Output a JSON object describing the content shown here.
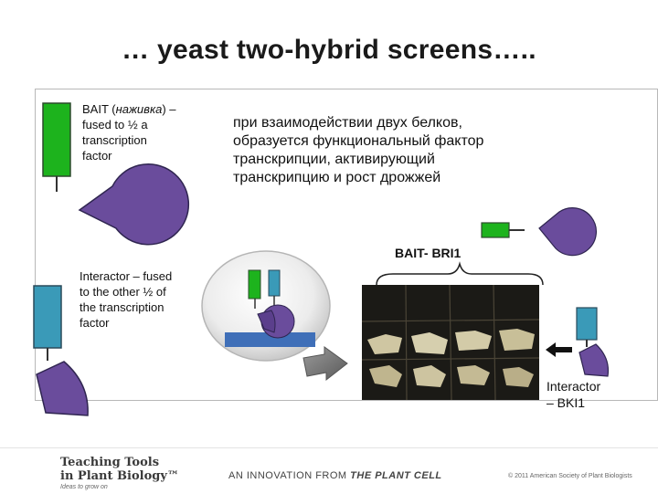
{
  "title": "… yeast two-hybrid screens…..",
  "bait": {
    "line1": "BAIT (",
    "line1_italic": "наживка",
    "line1_end": ") –",
    "line2": "fused to ½ a",
    "line3": "transcription",
    "line4": "factor"
  },
  "interactor": {
    "line1": "Interactor – fused",
    "line2": "to the other ½ of",
    "line3": "the transcription",
    "line4": "factor"
  },
  "russian_text": {
    "line1": "при взаимодействии двух белков,",
    "line2": "образуется функциональный фактор",
    "line3": "транскрипции, активирующий",
    "line4": "транскрипцию и рост дрожжей"
  },
  "bait_bri1_label": "BAIT- BRI1",
  "interactor_bki1": {
    "line1": "Interactor",
    "line2": "– BKI1"
  },
  "footer": {
    "logo_line1": "Teaching Tools",
    "logo_line2": "in Plant Biology™",
    "logo_sub": "Ideas to grow on",
    "innovation_prefix": "AN INNOVATION FROM ",
    "innovation_brand": "THE PLANT CELL",
    "copyright": "© 2011 American Society of Plant Biologists"
  },
  "colors": {
    "green": "#1db31d",
    "purple": "#6a4c9c",
    "teal": "#3a9ab8",
    "blue_bar": "#3f6fb8",
    "title": "#1a1a1a"
  }
}
